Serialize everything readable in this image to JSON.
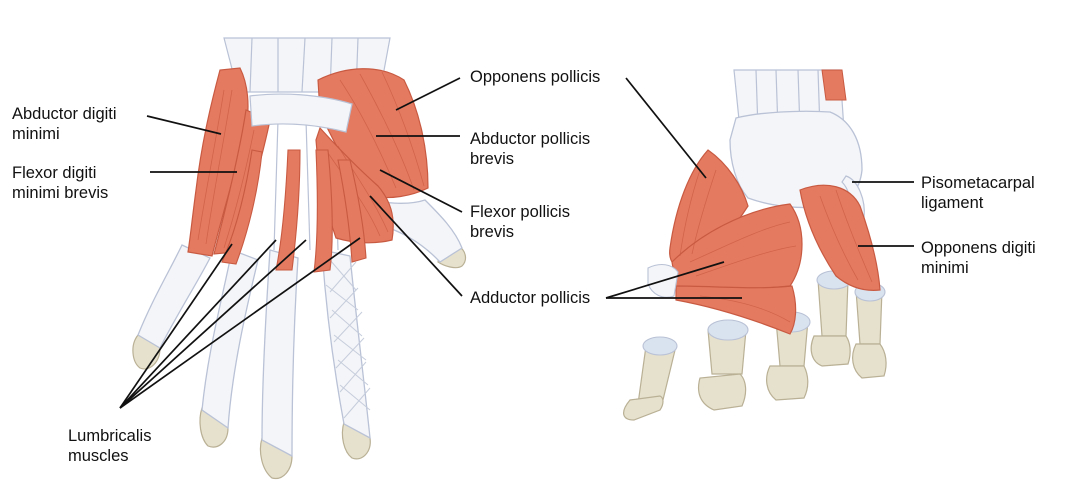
{
  "colors": {
    "muscle": "#e47a60",
    "muscle_dark": "#c85a42",
    "muscle_light": "#f0a488",
    "tendon": "#f4f5f8",
    "tendon_edge": "#b9c2d6",
    "bone": "#e6e1cd",
    "bone_edge": "#b9b095",
    "joint": "#d9e3ef",
    "leader": "#111111"
  },
  "labels": {
    "abductor_digiti_minimi": [
      "Abductor digiti",
      "minimi"
    ],
    "flexor_digiti_minimi_brevis": [
      "Flexor digiti",
      "minimi brevis"
    ],
    "lumbricalis_muscles": [
      "Lumbricalis",
      "muscles"
    ],
    "opponens_pollicis": [
      "Opponens pollicis"
    ],
    "abductor_pollicis_brevis": [
      "Abductor pollicis",
      "brevis"
    ],
    "flexor_pollicis_brevis": [
      "Flexor pollicis",
      "brevis"
    ],
    "adductor_pollicis": [
      "Adductor pollicis"
    ],
    "pisometacarpal_ligament": [
      "Pisometacarpal",
      "ligament"
    ],
    "opponens_digiti_minimi": [
      "Opponens digiti",
      "minimi"
    ]
  }
}
